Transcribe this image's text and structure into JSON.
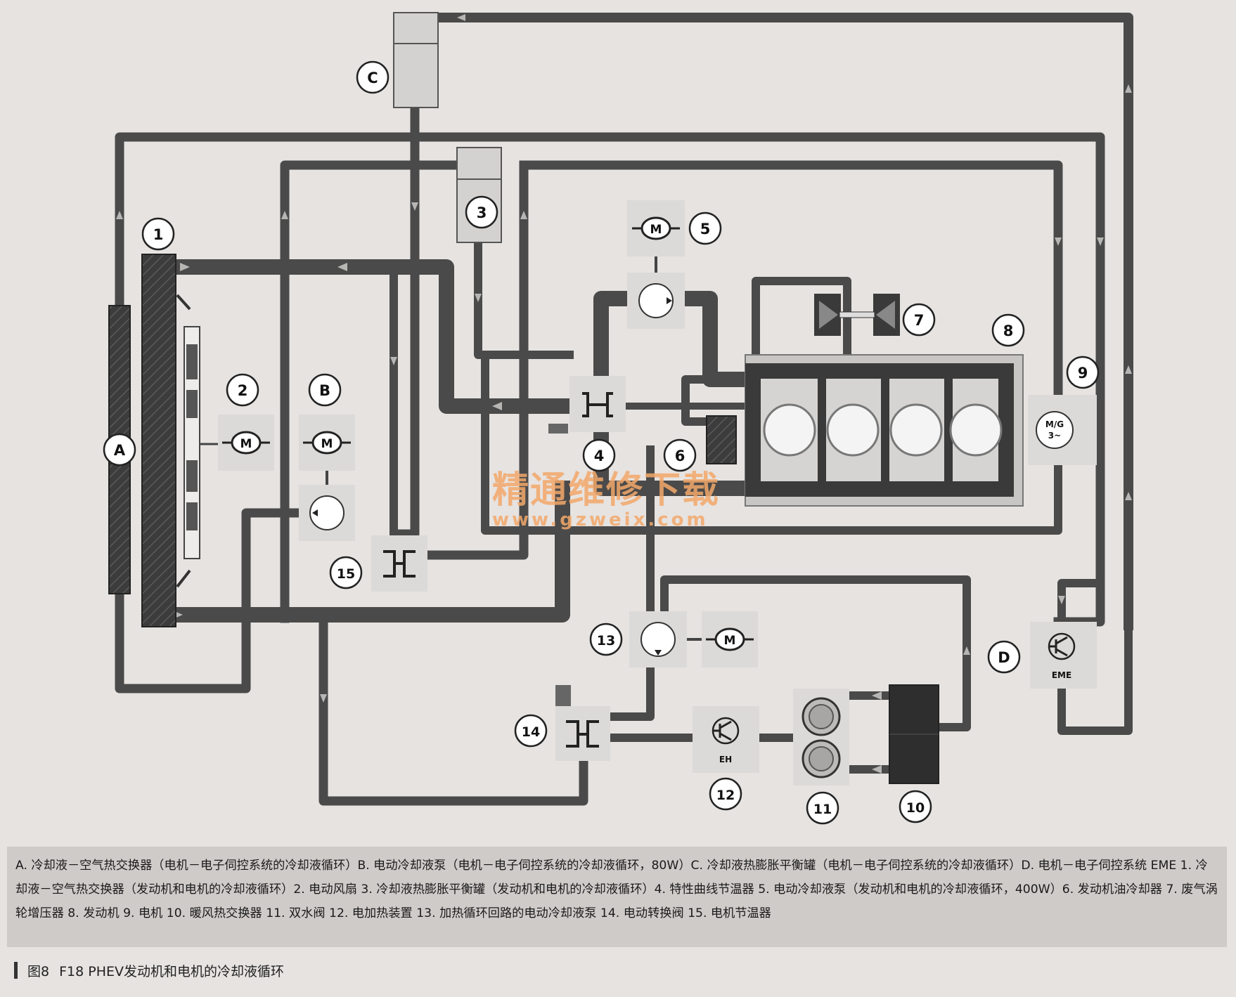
{
  "labels": {
    "A": "A",
    "B": "B",
    "C": "C",
    "D": "D",
    "n1": "1",
    "n2": "2",
    "n3": "3",
    "n4": "4",
    "n5": "5",
    "n6": "6",
    "n7": "7",
    "n8": "8",
    "n9": "9",
    "n10": "10",
    "n11": "11",
    "n12": "12",
    "n13": "13",
    "n14": "14",
    "n15": "15"
  },
  "component_text": {
    "motor": "M",
    "mg": "M/G",
    "mg_phase": "3~",
    "eme": "EME",
    "eh": "EH"
  },
  "watermark": {
    "cn": "精通维修下载",
    "url": "www.gzweix.com"
  },
  "caption": "A. 冷却液－空气热交换器（电机－电子伺控系统的冷却液循环）B. 电动冷却液泵（电机－电子伺控系统的冷却液循环，80W）C. 冷却液热膨胀平衡罐（电机－电子伺控系统的冷却液循环）D. 电机－电子伺控系统 EME 1. 冷却液－空气热交换器（发动机和电机的冷却液循环）2. 电动风扇 3. 冷却液热膨胀平衡罐（发动机和电机的冷却液循环）4. 特性曲线节温器 5. 电动冷却液泵（发动机和电机的冷却液循环，400W）6. 发动机油冷却器 7. 废气涡轮增压器 8. 发动机 9. 电机 10. 暖风热交换器 11. 双水阀 12. 电加热装置 13. 加热循环回路的电动冷却液泵 14. 电动转换阀 15. 电机节温器",
  "figure_title": {
    "number": "图8",
    "title": "F18 PHEV发动机和电机的冷却液循环"
  },
  "colors": {
    "pipe": "#4a4a4a",
    "component_fill": "#dcdad8",
    "tank_fill": "#d4d2d0",
    "engine_block": "#3a3a3a",
    "watermark": "#f3a86a"
  }
}
